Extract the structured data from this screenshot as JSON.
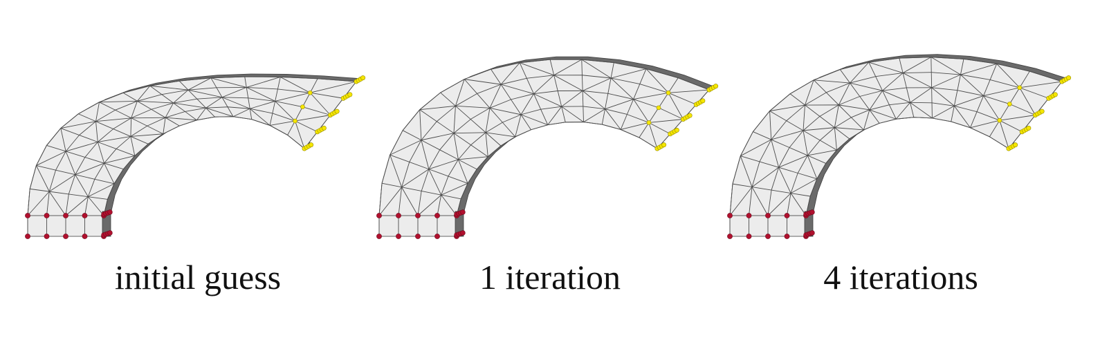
{
  "panels": [
    {
      "id": "initial",
      "caption": "initial guess"
    },
    {
      "id": "iter1",
      "caption": "1 iteration"
    },
    {
      "id": "iter4",
      "caption": "4 iterations"
    }
  ],
  "colors": {
    "mesh_face": "#ececec",
    "mesh_side": "#6a6a6a",
    "fixed_nodes": "#b0102e",
    "load_nodes": "#f5e600"
  }
}
